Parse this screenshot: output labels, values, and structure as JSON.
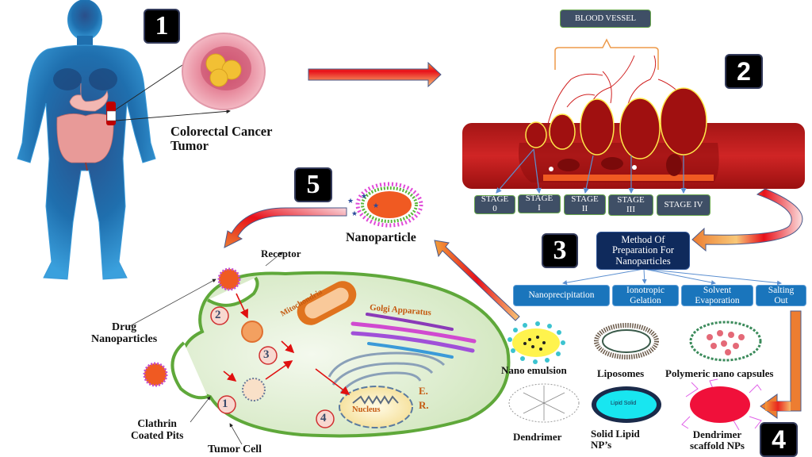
{
  "badges": {
    "b1": "1",
    "b2": "2",
    "b3": "3",
    "b4": "4",
    "b5": "5"
  },
  "panel1": {
    "tumor_label_line1": "Colorectal Cancer",
    "tumor_label_line2": "Tumor"
  },
  "panel2": {
    "blood_vessel": "BLOOD VESSEL",
    "stages": [
      {
        "line1": "STAGE",
        "line2": "0"
      },
      {
        "line1": "STAGE",
        "line2": "I"
      },
      {
        "line1": "STAGE",
        "line2": "II"
      },
      {
        "line1": "STAGE",
        "line2": "III"
      },
      {
        "line1": "STAGE IV",
        "line2": ""
      }
    ]
  },
  "panel3": {
    "method_line1": "Method Of",
    "method_line2": "Preparation For",
    "method_line3": "Nanoparticles",
    "methods": [
      {
        "line1": "Nanoprecipitation",
        "line2": ""
      },
      {
        "line1": "Ionotropic",
        "line2": "Gelation"
      },
      {
        "line1": "Solvent",
        "line2": "Evaporation"
      },
      {
        "line1": "Salting",
        "line2": "Out"
      }
    ]
  },
  "panel4": {
    "types": [
      {
        "line1": "Nano emulsion",
        "line2": ""
      },
      {
        "line1": "Liposomes",
        "line2": ""
      },
      {
        "line1": "Polymeric nano capsules",
        "line2": ""
      },
      {
        "line1": "Dendrimer",
        "line2": ""
      },
      {
        "line1": "Solid Lipid",
        "line2": "NP’s"
      },
      {
        "line1": "Dendrimer",
        "line2": "scaffold NPs"
      }
    ],
    "lipid_solid_text": "Lipid Solid"
  },
  "panel5": {
    "nanoparticle": "Nanoparticle",
    "receptor": "Receptor",
    "drug_np_line1": "Drug",
    "drug_np_line2": "Nanoparticles",
    "clathrin_line1": "Clathrin",
    "clathrin_line2": "Coated Pits",
    "tumor_cell": "Tumor Cell",
    "mitochondria": "Mitochondria",
    "golgi": "Golgi Apparatus",
    "er_line1": "E.",
    "er_line2": "R.",
    "nucleus": "Nucleus",
    "steps": [
      "1",
      "2",
      "3",
      "4"
    ]
  },
  "colors": {
    "human_blue": "#1f6fae",
    "vessel_red": "#b01818",
    "cell_green": "#5fa83a",
    "cell_fill": "#e3f0d6",
    "method_navy": "#0f2a5c",
    "method_blue": "#1a75bc",
    "stage_slate": "#3f4f66",
    "np_orange": "#f05a22"
  }
}
